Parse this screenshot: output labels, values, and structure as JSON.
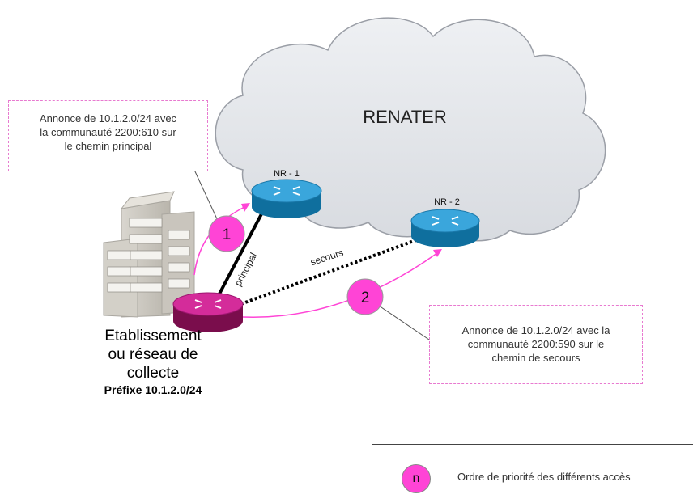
{
  "cloud": {
    "label": "RENATER"
  },
  "routers": {
    "nr1": {
      "label": "NR - 1"
    },
    "nr2": {
      "label": "NR - 2"
    }
  },
  "links": {
    "principal": {
      "label": "principal"
    },
    "secours": {
      "label": "secours"
    }
  },
  "badges": {
    "one": "1",
    "two": "2"
  },
  "callouts": {
    "principal": {
      "line1": "Annonce de 10.1.2.0/24 avec",
      "line2": "la communauté 2200:610 sur",
      "line3": "le chemin principal"
    },
    "secours": {
      "line1": "Annonce de 10.1.2.0/24 avec la",
      "line2": "communauté 2200:590 sur le",
      "line3": "chemin de secours"
    }
  },
  "site": {
    "line1": "Etablissement",
    "line2": "ou réseau de",
    "line3": "collecte",
    "prefix": "Préfixe 10.1.2.0/24"
  },
  "legend": {
    "badge": "n",
    "text": "Ordre de priorité des différents accès"
  },
  "colors": {
    "accent": "#ff44d6",
    "router_blue": "#1e8fc8",
    "router_magenta": "#c2187a",
    "cloud": "#e4e6ea"
  }
}
